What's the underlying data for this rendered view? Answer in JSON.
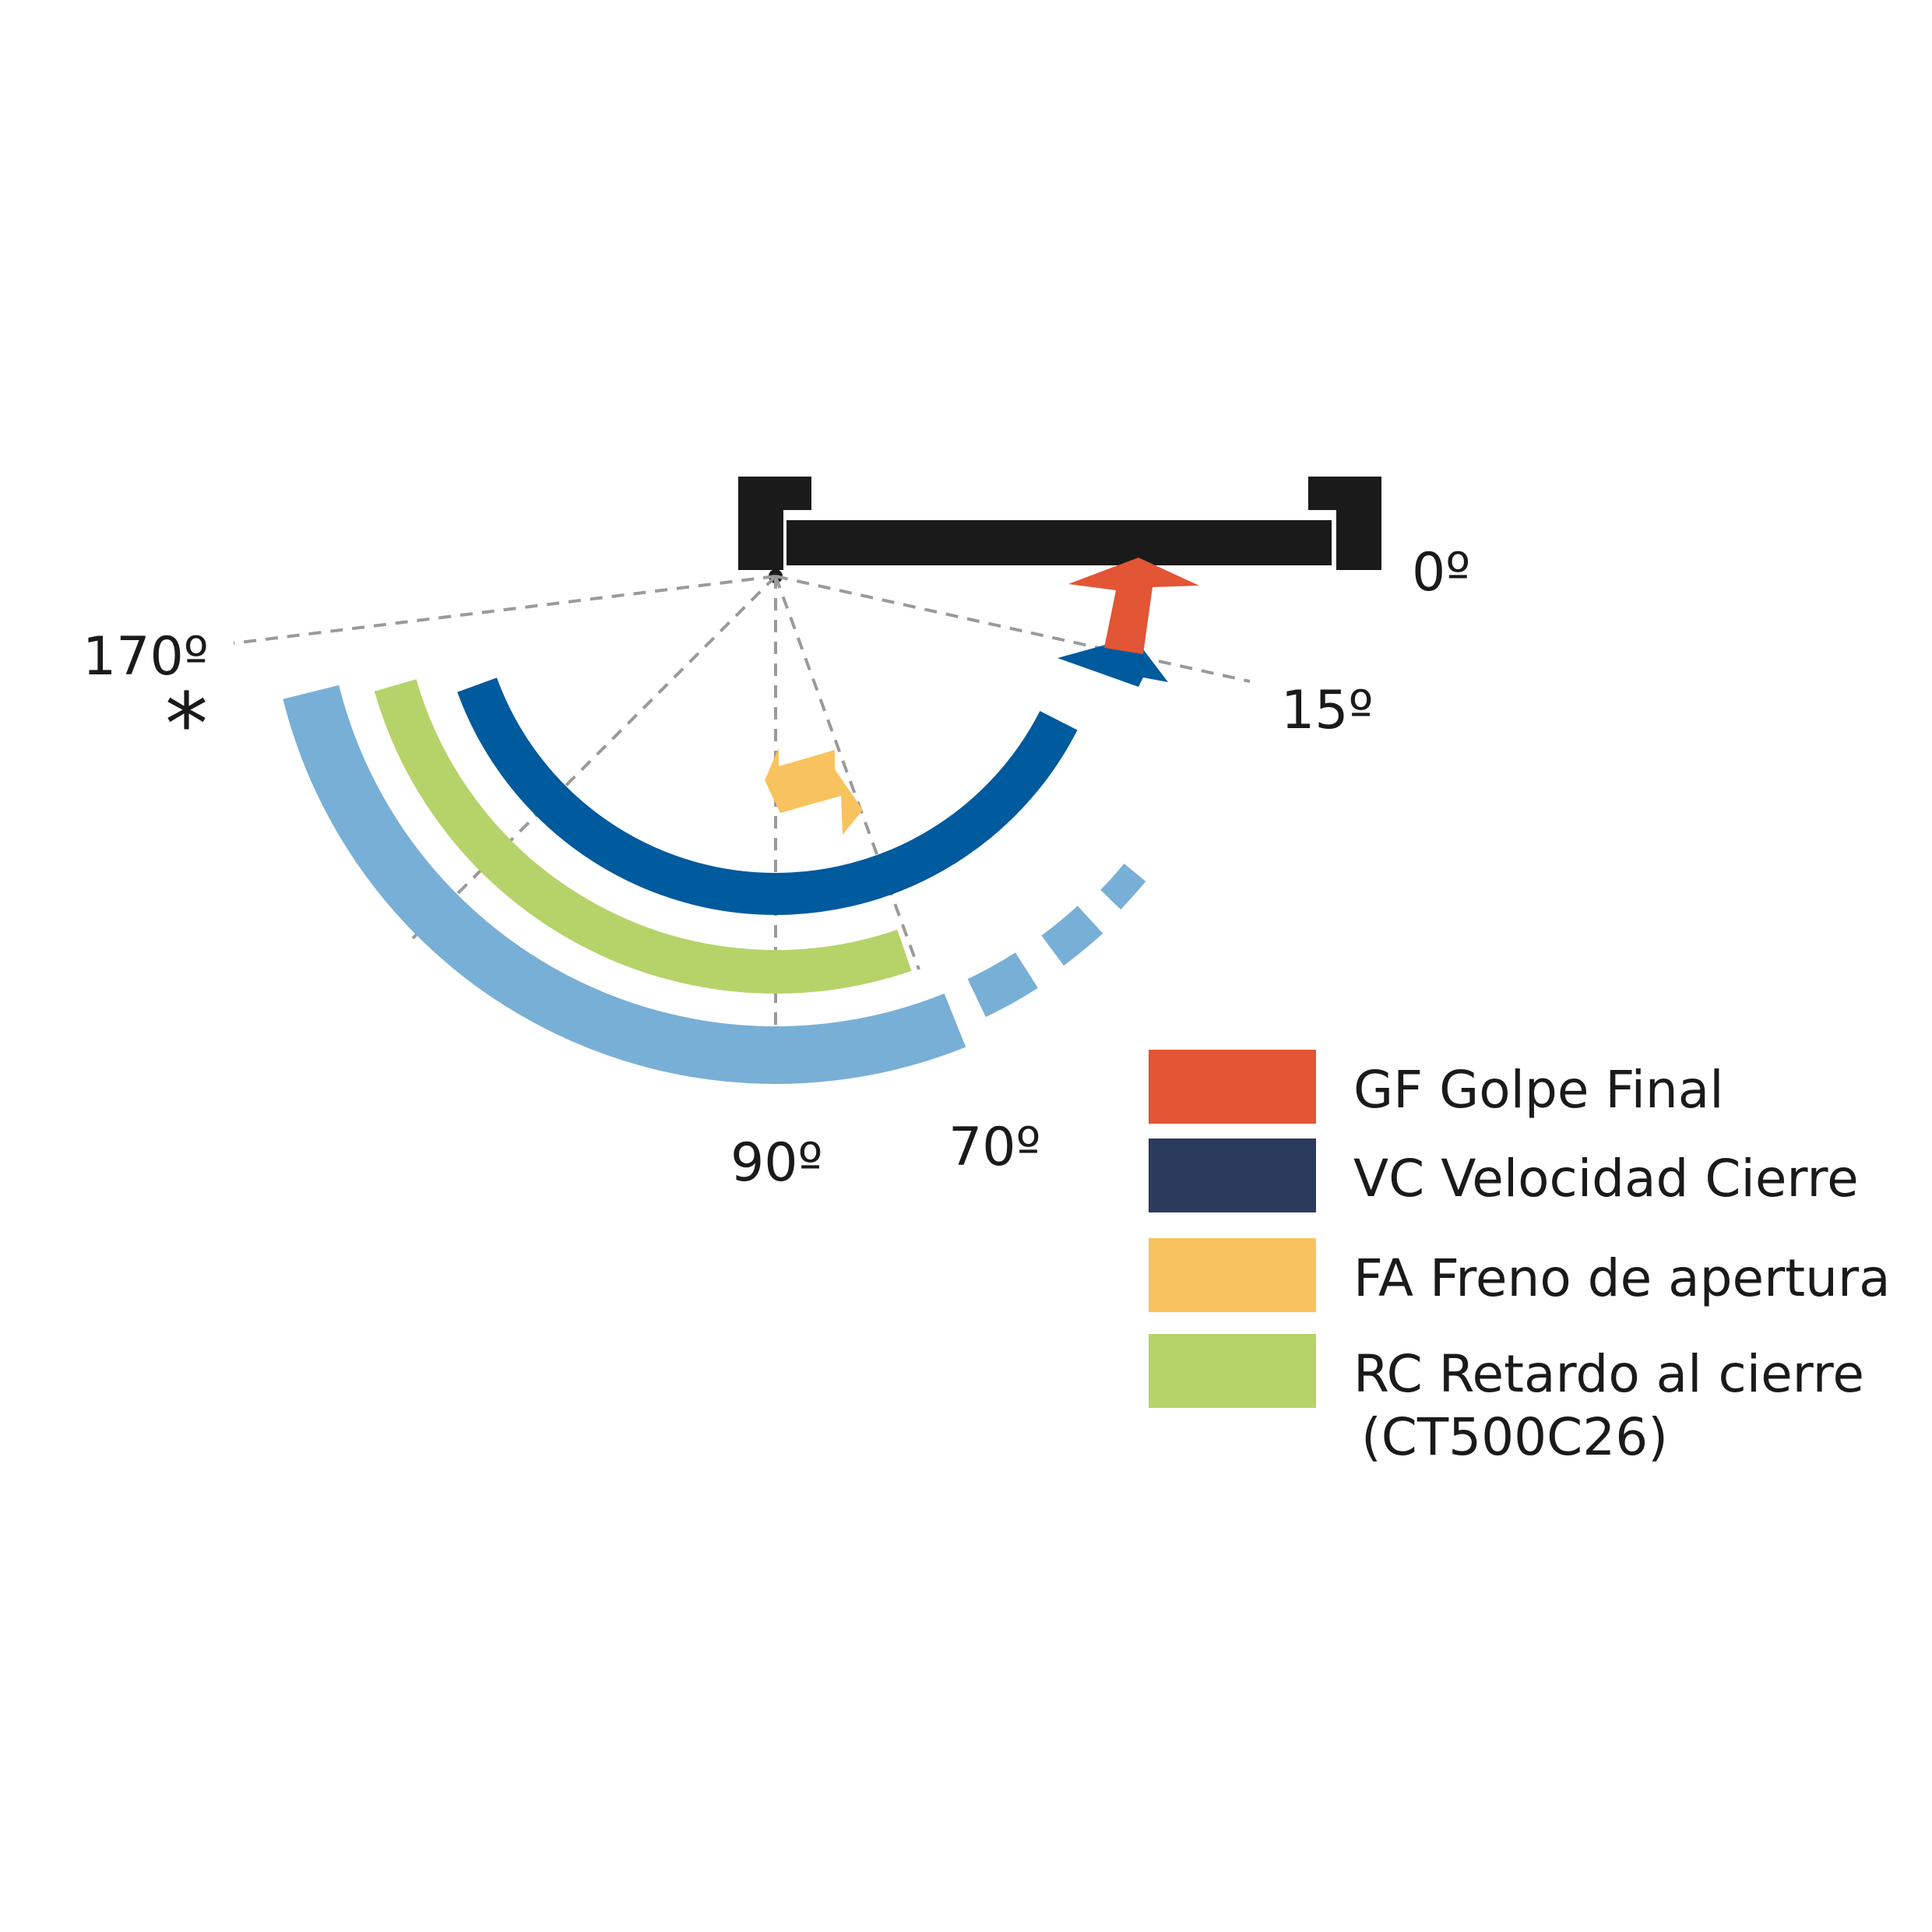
{
  "angles": {
    "a0": "0º",
    "a15": "15º",
    "a70": "70º",
    "a90": "90º",
    "a170": "170º"
  },
  "marker": "*",
  "legend": [
    {
      "label": "GF Golpe Final",
      "color": "#E25535"
    },
    {
      "label": "VC Velocidad Cierre",
      "color": "#2B3B5C"
    },
    {
      "label": "FA Freno de apertura",
      "color": "#F8C35E"
    },
    {
      "label": "RC Retardo al cierre",
      "sublabel": "(CT500C26)",
      "color": "#B6D369"
    }
  ],
  "colors": {
    "frame": "#1a1a1a",
    "closing_arc": "#005A9E",
    "final_snap": "#E25535",
    "opening_brake": "#F8C35E",
    "delayed_closing": "#B6D369",
    "opening_range": "#78AFD6",
    "guide_lines": "#9a9a9a"
  }
}
